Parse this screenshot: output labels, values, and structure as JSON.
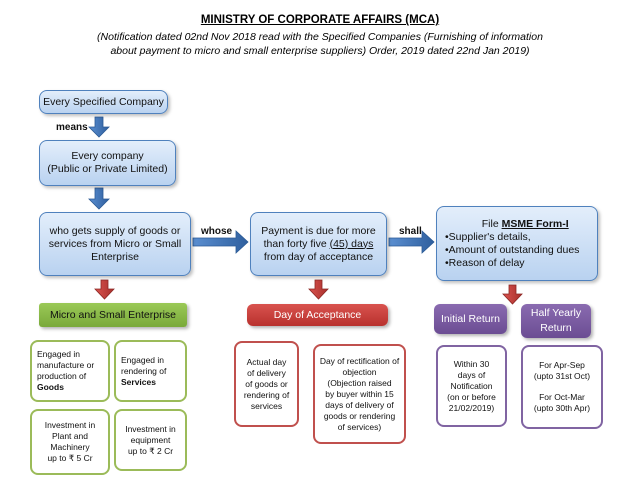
{
  "header": {
    "title": "MINISTRY OF CORPORATE AFFAIRS (MCA)",
    "subtitle_line1": "(Notification dated 02nd Nov 2018 read with the Specified Companies (Furnishing of information",
    "subtitle_line2": "about payment to micro and small enterprise suppliers) Order, 2019 dated 22nd Jan 2019)"
  },
  "flow": {
    "box1": "Every Specified Company",
    "means_label": "means",
    "box2_line1": "Every company",
    "box2_line2": "(Public or Private Limited)",
    "box3_line1": "who gets supply of goods or",
    "box3_line2": "services from Micro or Small",
    "box3_line3": "Enterprise",
    "whose_label": "whose",
    "box4_line1": "Payment is due for more",
    "box4_line2": "than forty five",
    "box4_days": "(45) days",
    "box4_line3": "from day of acceptance",
    "shall_label": "shall",
    "box5_title_pre": "File ",
    "box5_title_bold": "MSME Form-I",
    "box5_item1": "•Supplier's details,",
    "box5_item2": "•Amount of outstanding dues",
    "box5_item3": "•Reason of delay"
  },
  "categories": {
    "msme": "Micro and Small Enterprise",
    "acceptance": "Day of Acceptance",
    "initial_return": "Initial Return",
    "half_yearly": "Half Yearly Return"
  },
  "details": {
    "goods_line1": "Engaged in",
    "goods_line2": "manufacture or",
    "goods_line3": "production of",
    "goods_bold": "Goods",
    "services_line1": "Engaged in",
    "services_line2": "rendering of",
    "services_bold": "Services",
    "plant_line1": "Investment in",
    "plant_line2": "Plant and",
    "plant_line3": "Machinery",
    "plant_line4": "up to ₹ 5 Cr",
    "equip_line1": "Investment in",
    "equip_line2": "equipment",
    "equip_line3": "up to ₹ 2 Cr",
    "actual_line1": "Actual day",
    "actual_line2": "of delivery",
    "actual_line3": "of goods or",
    "actual_line4": "rendering of",
    "actual_line5": "services",
    "rect_line1": "Day of rectification of",
    "rect_line2": "objection",
    "rect_line3": "(Objection raised",
    "rect_line4": "by buyer within 15",
    "rect_line5": "days of delivery of",
    "rect_line6": "goods or rendering",
    "rect_line7": "of services)",
    "initial_line1": "Within 30",
    "initial_line2": "days of",
    "initial_line3": "Notification",
    "initial_line4": "(on or before",
    "initial_line5": "21/02/2019)",
    "apr_line1": "For Apr-Sep",
    "apr_line2": "(upto 31st Oct)",
    "oct_line1": "For Oct-Mar",
    "oct_line2": "(upto 30th Apr)"
  },
  "colors": {
    "blue_border": "#4f81bd",
    "green": "#9bbb59",
    "red": "#c0504d",
    "purple": "#8064a2"
  }
}
